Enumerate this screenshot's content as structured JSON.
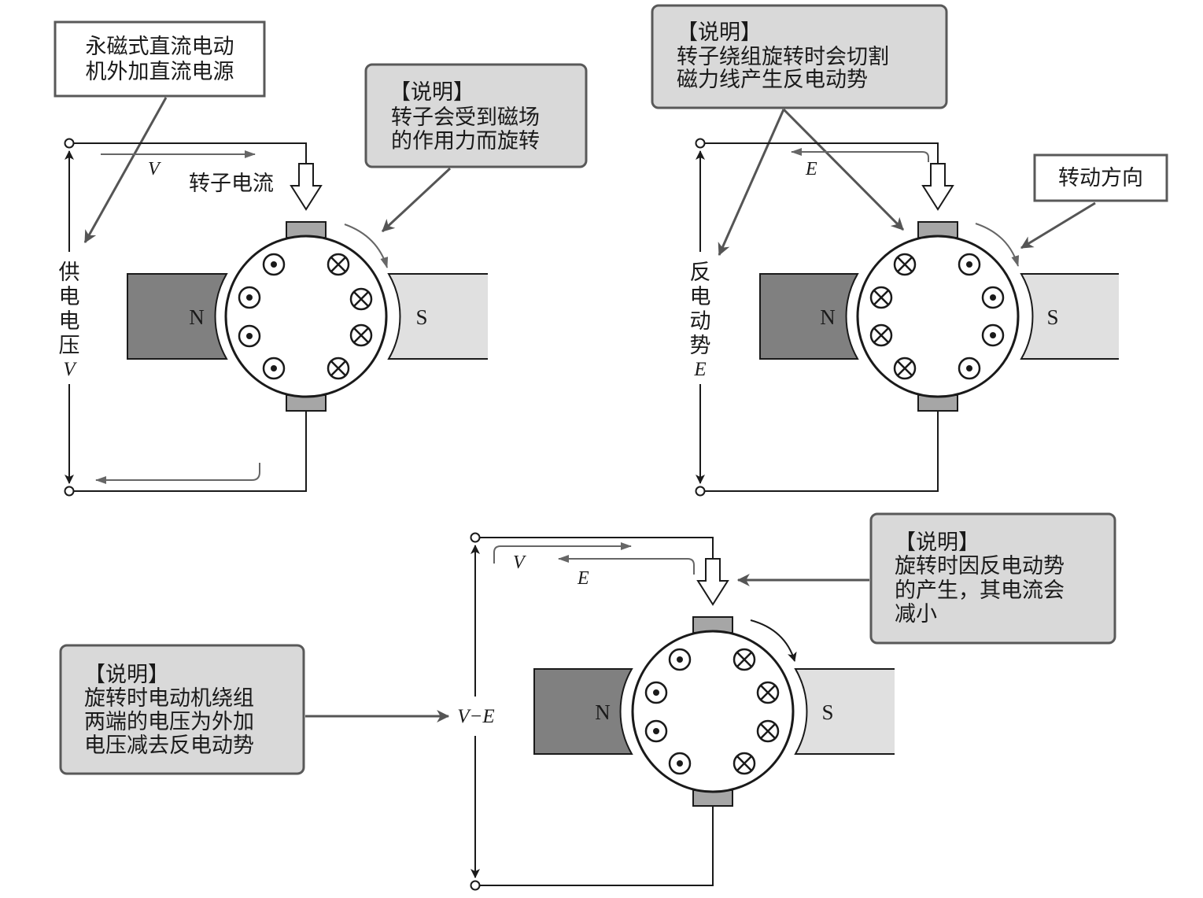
{
  "colors": {
    "pole_n": "#808080",
    "pole_s": "#e0e0e0",
    "brush": "#a6a6a6",
    "callout_fill": "#d9d9d9",
    "callout_stroke": "#595959",
    "leader": "#555555",
    "wire": "#1a1a1a",
    "current_arrow": "#666666"
  },
  "top_left": {
    "supply_box": [
      "永磁式直流电动",
      "机外加直流电源"
    ],
    "note_title": "【说明】",
    "note_lines": [
      "转子会受到磁场",
      "的作用力而旋转"
    ],
    "rotor_current_label": "转子电流",
    "v_label": "V",
    "side_label": [
      "供",
      "电",
      "电",
      "压"
    ],
    "side_symbol": "V",
    "n_label": "N",
    "s_label": "S"
  },
  "top_right": {
    "note_title": "【说明】",
    "note_lines": [
      "转子绕组旋转时会切割",
      "磁力线产生反电动势"
    ],
    "direction_box": "转动方向",
    "e_label": "E",
    "side_label": [
      "反",
      "电",
      "动",
      "势"
    ],
    "side_symbol": "E",
    "n_label": "N",
    "s_label": "S"
  },
  "bottom": {
    "note_right_title": "【说明】",
    "note_right_lines": [
      "旋转时因反电动势",
      "的产生，其电流会",
      "减小"
    ],
    "note_left_title": "【说明】",
    "note_left_lines": [
      "旋转时电动机绕组",
      "两端的电压为外加",
      "电压减去反电动势"
    ],
    "v_label": "V",
    "e_label": "E",
    "vme_label": "V−E",
    "n_label": "N",
    "s_label": "S"
  },
  "icons": [
    "current-out-of-page-icon",
    "current-into-page-icon",
    "terminal-icon",
    "curved-rotation-arrow-icon"
  ]
}
